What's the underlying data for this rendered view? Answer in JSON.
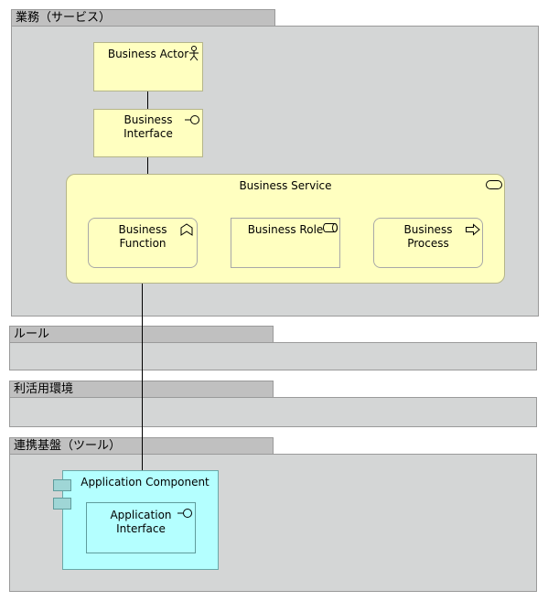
{
  "groups": {
    "gyomu": "業務（サービス）",
    "rule": "ルール",
    "riyou": "利活用環境",
    "renkei": "連携基盤（ツール）"
  },
  "elements": {
    "business_actor": "Business Actor",
    "business_interface_1": "Business",
    "business_interface_2": "Interface",
    "business_service": "Business Service",
    "business_function_1": "Business",
    "business_function_2": "Function",
    "business_role": "Business Role",
    "business_process_1": "Business",
    "business_process_2": "Process",
    "application_component": "Application Component",
    "application_interface_1": "Application",
    "application_interface_2": "Interface"
  },
  "icons": {
    "business_actor": "actor-icon",
    "business_interface": "interface-lollipop-icon",
    "business_service": "service-pill-icon",
    "business_function": "function-chevron-icon",
    "business_role": "role-cylinder-icon",
    "business_process": "process-arrow-icon",
    "application_component": "component-tabs-icon",
    "application_interface": "interface-lollipop-icon"
  },
  "colors": {
    "business": "#ffffc0",
    "application": "#b4ffff",
    "group_body": "#d4d6d6",
    "group_tab": "#c0c0c0"
  }
}
